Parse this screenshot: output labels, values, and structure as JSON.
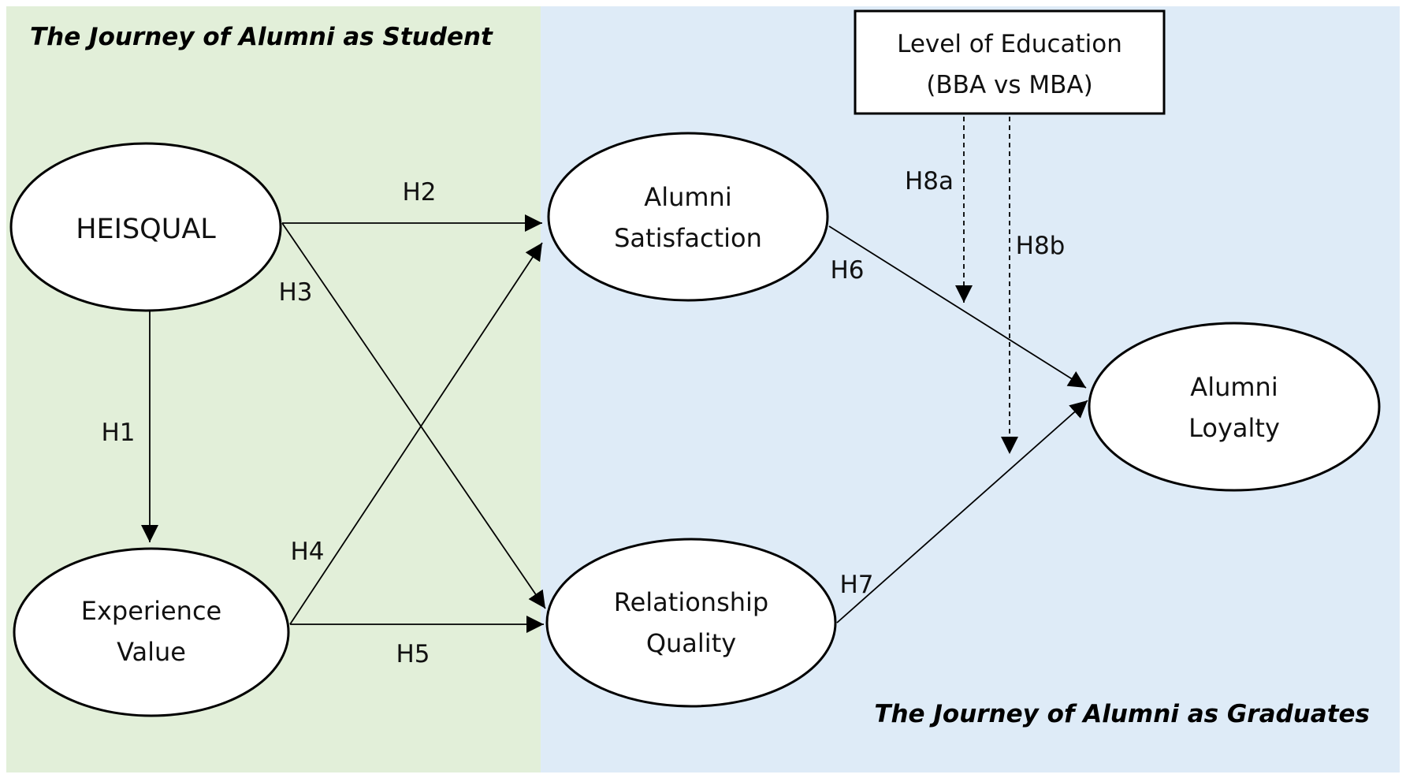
{
  "colors": {
    "student_panel": "#e2efd9",
    "graduate_panel": "#deebf7",
    "stroke": "#000000",
    "node_fill": "#ffffff"
  },
  "phases": {
    "student": "The Journey of Alumni as Student",
    "graduates": "The Journey of Alumni as Graduates"
  },
  "moderator": {
    "line1": "Level of Education",
    "line2": "(BBA vs MBA)"
  },
  "nodes": {
    "heisqual": {
      "line1": "HEISQUAL"
    },
    "experience_value": {
      "line1": "Experience",
      "line2": "Value"
    },
    "alumni_satisfaction": {
      "line1": "Alumni",
      "line2": "Satisfaction"
    },
    "relationship_quality": {
      "line1": "Relationship",
      "line2": "Quality"
    },
    "alumni_loyalty": {
      "line1": "Alumni",
      "line2": "Loyalty"
    }
  },
  "hypotheses": {
    "h1": "H1",
    "h2": "H2",
    "h3": "H3",
    "h4": "H4",
    "h5": "H5",
    "h6": "H6",
    "h7": "H7",
    "h8a": "H8a",
    "h8b": "H8b"
  }
}
